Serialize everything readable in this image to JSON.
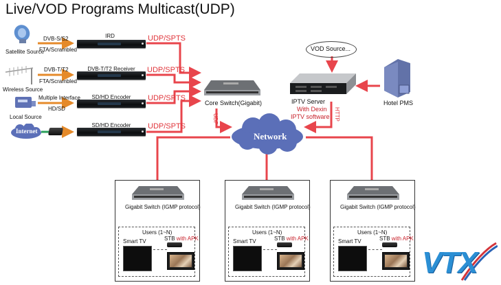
{
  "title": "Live/VOD Programs Multicast(UDP)",
  "sources": [
    {
      "name": "Satellite Source",
      "signal_top": "DVB-S/S2",
      "signal_bottom": "FTA/Scrambled",
      "device": "IRD",
      "output": "UDP/SPTS"
    },
    {
      "name": "Wireless Source",
      "signal_top": "DVB-T/T2",
      "signal_bottom": "FTA/Scrambled",
      "device": "DVB-T/T2 Receiver",
      "output": "UDP/SPTS"
    },
    {
      "name": "Local Source",
      "signal_top": "Multiple Interface",
      "signal_bottom": "HD/SD",
      "device": "SD/HD Encoder",
      "output": "UDP/SPTS"
    },
    {
      "name": "Internet",
      "signal_top": "",
      "signal_bottom": "",
      "device": "SD/HD Encoder",
      "output": "UDP/SPTS"
    }
  ],
  "core_switch": {
    "label": "Core Switch(Gigabit)",
    "link_label": "UDP"
  },
  "vod_source": {
    "label": "VOD Source..."
  },
  "iptv_server": {
    "label": "IPTV Server",
    "sub_line1": "With Dexin",
    "sub_line2": "IPTV software",
    "link_label": "HTTP"
  },
  "hotel_pms": {
    "label": "Hotel PMS"
  },
  "network": {
    "label": "Network"
  },
  "access_groups": [
    {
      "switch_label": "Gigabit Switch (IGMP protocol)",
      "users_label": "Users (1~N)",
      "smart_tv": "Smart TV",
      "stb": "STB",
      "stb_suffix": "with APK"
    },
    {
      "switch_label": "Gigabit Switch (IGMP protocol)",
      "users_label": "Users (1~N)",
      "smart_tv": "Smart TV",
      "stb": "STB",
      "stb_suffix": "with APK"
    },
    {
      "switch_label": "Gigabit Switch (IGMP protocol)",
      "users_label": "Users (1~N)",
      "smart_tv": "Smart TV",
      "stb": "STB",
      "stb_suffix": "with APK"
    }
  ],
  "logo": {
    "text": "VTX"
  },
  "colors": {
    "link_red": "#e8454c",
    "arrow_orange": "#e58a2a",
    "cloud_blue": "#5b6fb8",
    "server_text_red": "#c8202a"
  }
}
